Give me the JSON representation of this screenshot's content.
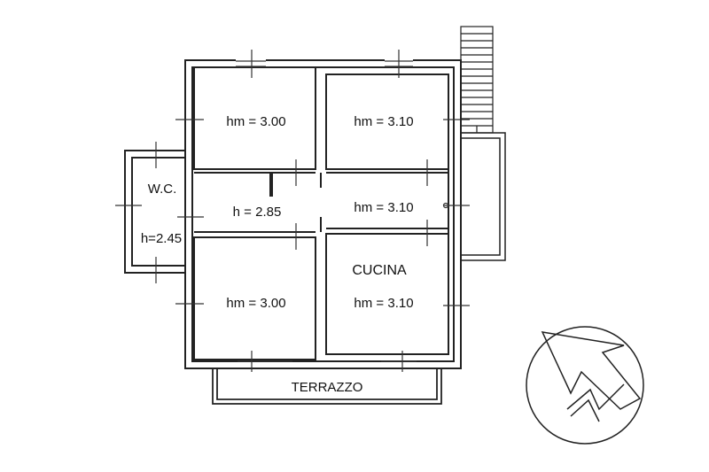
{
  "plan": {
    "rooms": [
      {
        "id": "bed-nw",
        "label": "hm = 3.00"
      },
      {
        "id": "bed-ne",
        "label": "hm = 3.10"
      },
      {
        "id": "wc",
        "label": "W.C."
      },
      {
        "id": "wc-height",
        "label": "h=2.45"
      },
      {
        "id": "corridor",
        "label": "h = 2.85"
      },
      {
        "id": "corridor-east",
        "label": "hm = 3.10"
      },
      {
        "id": "kitchen",
        "label": "CUCINA"
      },
      {
        "id": "bed-sw",
        "label": "hm = 3.00"
      },
      {
        "id": "kitchen-height",
        "label": "hm = 3.10"
      },
      {
        "id": "terrace",
        "label": "TERRAZZO"
      }
    ],
    "colors": {
      "wall": "#222222",
      "line": "#333333",
      "background": "#ffffff"
    },
    "icons": {
      "north_arrow": "north-arrow-icon"
    }
  }
}
